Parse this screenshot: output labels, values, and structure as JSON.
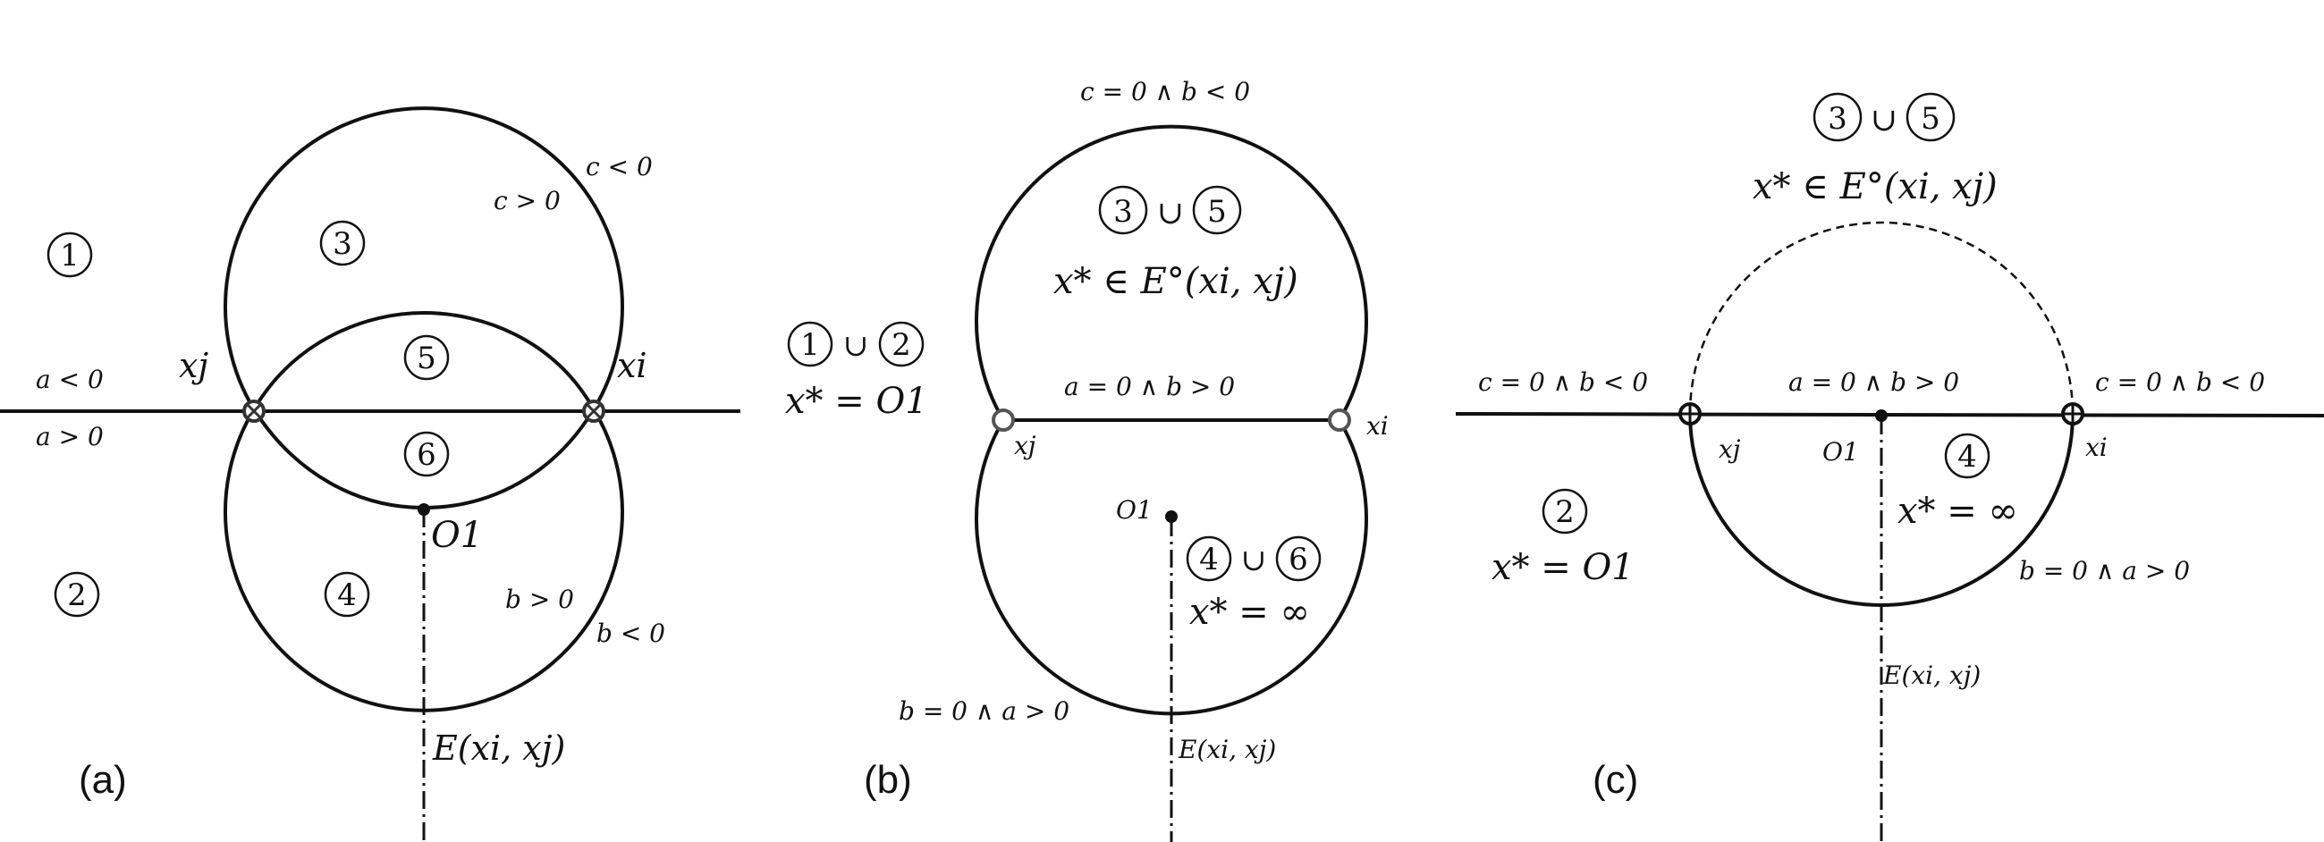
{
  "panels": {
    "a": {
      "label": "(a)",
      "regions": {
        "r1": "1",
        "r2": "2",
        "r3": "3",
        "r4": "4",
        "r5": "5",
        "r6": "6"
      },
      "text": {
        "c_lt": "c < 0",
        "c_gt": "c > 0",
        "a_lt": "a < 0",
        "a_gt": "a > 0",
        "b_gt": "b > 0",
        "b_lt": "b < 0",
        "xj": "xj",
        "xi": "xi",
        "o1": "O1",
        "e": "E(xi, xj)"
      }
    },
    "b": {
      "label": "(b)",
      "regions": {
        "r1": "1",
        "r2": "2",
        "r3": "3",
        "r5": "5",
        "r4": "4",
        "r6": "6"
      },
      "union": "∪",
      "text": {
        "top": "c = 0 ∧ b < 0",
        "mid": "a = 0 ∧ b > 0",
        "bottom": "b = 0 ∧ a > 0",
        "interior": "x* ∈ E°(xi, xj)",
        "origin_eq": "x* = O1",
        "inf_eq": "x* = ∞",
        "xj": "xj",
        "xi": "xi",
        "o1": "O1",
        "e": "E(xi, xj)"
      }
    },
    "c": {
      "label": "(c)",
      "regions": {
        "r3": "3",
        "r5": "5",
        "r2": "2",
        "r4": "4"
      },
      "union": "∪",
      "text": {
        "interior": "x* ∈ E°(xi, xj)",
        "left": "c = 0 ∧ b < 0",
        "mid": "a = 0 ∧ b > 0",
        "right": "c = 0 ∧ b < 0",
        "bottom": "b = 0 ∧ a > 0",
        "origin_eq": "x* = O1",
        "inf_eq": "x* = ∞",
        "xj": "xj",
        "xi": "xi",
        "o1": "O1",
        "e": "E(xi, xj)"
      }
    }
  }
}
